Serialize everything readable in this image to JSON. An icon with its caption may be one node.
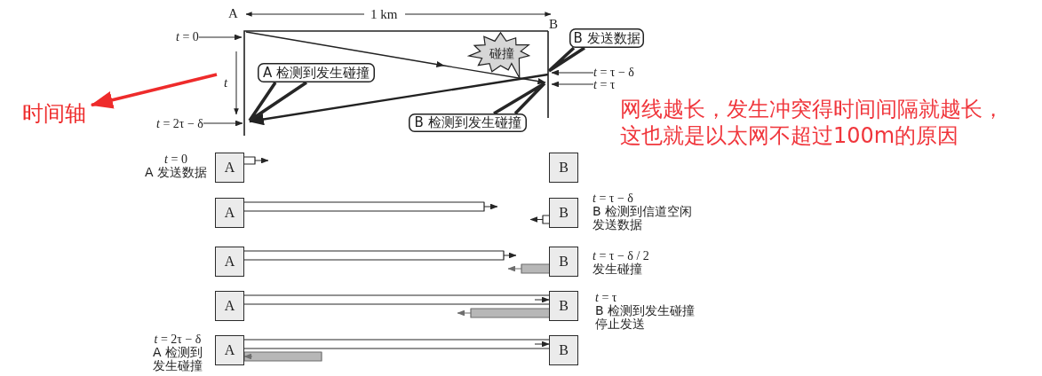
{
  "diagram": {
    "nodes": [
      {
        "text": [
          "*t* = 0"
        ]
      },
      {
        "text": [
          "B 发送数据"
        ]
      },
      {
        "text": [
          "碰撞"
        ]
      },
      {
        "text": [
          "A 检测到发生碰撞"
        ]
      },
      {
        "text": [
          "*t* = τ − δ"
        ]
      },
      {
        "text": [
          "*t* = τ"
        ]
      },
      {
        "text": [
          "时间轴"
        ]
      },
      {
        "text": [
          "*t* = 2τ − δ"
        ]
      },
      {
        "text": [
          "B 检测到发生碰撞"
        ]
      },
      {
        "text": [
          "A"
        ],
        "beside": [
          "*t* = 0",
          "A 发送数据"
        ]
      },
      {
        "text": [
          "B"
        ]
      },
      {
        "text": [
          "A"
        ]
      },
      {
        "text": [
          "B"
        ],
        "beside": [
          "*t* = τ − δ",
          "B 检测到信道空闲发送数据"
        ]
      },
      {
        "text": [
          "A"
        ]
      },
      {
        "text": [
          "B"
        ],
        "beside": [
          "*t* = τ − δ / 2",
          "发生碰撞"
        ]
      },
      {
        "text": [
          "A"
        ]
      },
      {
        "text": [
          "B"
        ],
        "beside": [
          "*t* = τ",
          "B 检测到发生碰撞停止发送"
        ]
      },
      {
        "text": [
          "A"
        ],
        "beside": [
          "*t* = 2τ − δ",
          "A 检测到发生碰撞"
        ]
      },
      {
        "text": [
          "B"
        ]
      }
    ],
    "edges": [
      {
        "from": 0,
        "to": null,
        "arrow": "to"
      },
      {
        "from": 1,
        "to": null,
        "arrow": "none",
        "style": "thick"
      },
      {
        "from": 3,
        "to": null,
        "arrow": "none",
        "style": "thick"
      },
      {
        "from": 4,
        "to": null,
        "arrow": "to"
      },
      {
        "from": 5,
        "to": null,
        "arrow": "to"
      },
      {
        "from": null,
        "to": 6,
        "arrow": "to",
        "style": "thick",
        "color": "#ee2b2b"
      },
      {
        "from": 7,
        "to": null,
        "arrow": "to"
      },
      {
        "from": 8,
        "to": null,
        "arrow": "none",
        "style": "thick"
      },
      {
        "from": 9,
        "to": null,
        "arrow": "to"
      },
      {
        "from": 11,
        "to": null,
        "arrow": "to"
      },
      {
        "from": 12,
        "to": null,
        "arrow": "to"
      },
      {
        "from": 13,
        "to": null,
        "arrow": "to"
      },
      {
        "from": 14,
        "to": null,
        "arrow": "to",
        "color": "#6e6e6e"
      },
      {
        "from": 15,
        "to": 16,
        "arrow": "to"
      },
      {
        "from": 16,
        "to": null,
        "arrow": "to",
        "color": "#6e6e6e"
      },
      {
        "from": 17,
        "to": 18,
        "arrow": "to"
      },
      {
        "from": null,
        "to": 17,
        "arrow": "to",
        "color": "#6e6e6e"
      }
    ],
    "labels": [
      "1 km",
      "A",
      "B",
      "t",
      "网线越长，发生冲突得时间间隔就越长，这也就是以太网不超过100m的原因"
    ]
  }
}
